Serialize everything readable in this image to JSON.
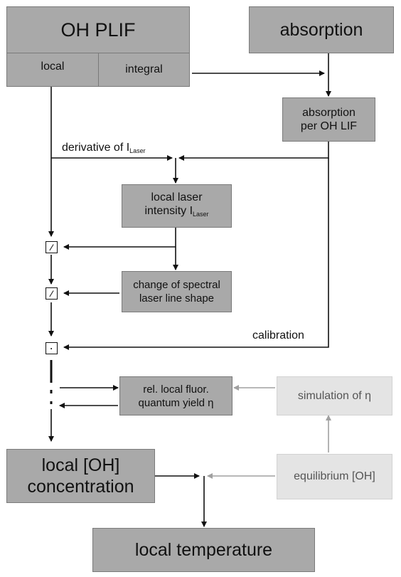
{
  "boxes": {
    "oh_plif": "OH PLIF",
    "local": "local",
    "integral": "integral",
    "absorption": "absorption",
    "absorption_per_lif_1": "absorption",
    "absorption_per_lif_2": "per OH LIF",
    "laser_intensity_1": "local laser",
    "laser_intensity_2": "intensity I",
    "laser_intensity_sub": "Laser",
    "spectral_1": "change of spectral",
    "spectral_2": "laser line shape",
    "quantum_1": "rel. local fluor.",
    "quantum_2": "quantum yield η",
    "simulation": "simulation of η",
    "equilibrium": "equilibrium [OH]",
    "concentration_1": "local [OH]",
    "concentration_2": "concentration",
    "temperature": "local temperature"
  },
  "labels": {
    "derivative": "derivative of I",
    "derivative_sub": "Laser",
    "calibration": "calibration"
  },
  "operators": {
    "divide_1": "⁄",
    "divide_2": "⁄",
    "multiply": "·"
  },
  "colors": {
    "box_dark": "#a9a9a9",
    "box_light": "#e4e4e4",
    "arrow_dark": "#111111",
    "arrow_light": "#a0a0a0"
  }
}
